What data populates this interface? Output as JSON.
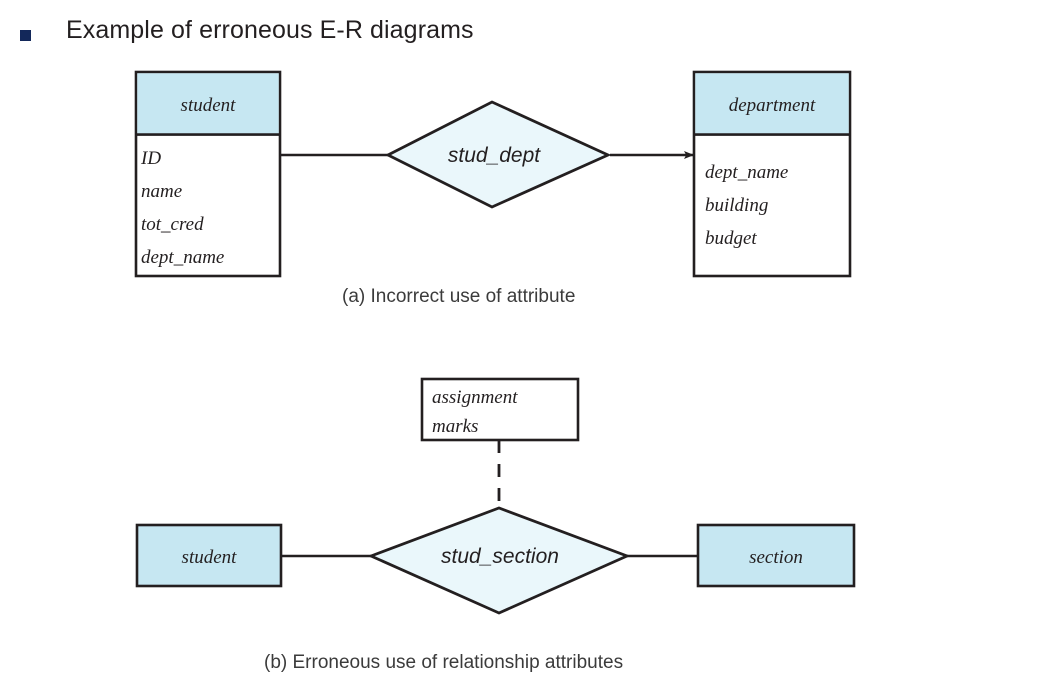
{
  "slide": {
    "title": "Example of erroneous E-R diagrams",
    "bullet_icon": "square-bullet-icon",
    "bullet_color": "#13285a"
  },
  "colors": {
    "entity_header_fill": "#c6e7f2",
    "entity_body_fill": "#ffffff",
    "relationship_fill": "#eaf7fb",
    "stroke": "#231f20",
    "text": "#231f20",
    "caption_text": "#3b3b3b"
  },
  "diagram_a": {
    "caption": "(a) Incorrect use of attribute",
    "entities": [
      {
        "name": "student",
        "attributes": [
          "ID",
          "name",
          "tot_cred",
          "dept_name"
        ]
      },
      {
        "name": "department",
        "attributes": [
          "dept_name",
          "building",
          "budget"
        ]
      }
    ],
    "relationships": [
      {
        "name": "stud_dept"
      }
    ],
    "connections": [
      {
        "from": "student",
        "to": "stud_dept",
        "style": "solid",
        "arrow": "none"
      },
      {
        "from": "stud_dept",
        "to": "department",
        "style": "solid",
        "arrow": "to-department"
      }
    ]
  },
  "diagram_b": {
    "caption": "(b) Erroneous use of relationship attributes",
    "entities": [
      {
        "name": "student",
        "attributes": []
      },
      {
        "name": "section",
        "attributes": []
      }
    ],
    "relationships": [
      {
        "name": "stud_section"
      }
    ],
    "attribute_box": {
      "lines": [
        "assignment",
        "marks"
      ]
    },
    "connections": [
      {
        "from": "student",
        "to": "stud_section",
        "style": "solid",
        "arrow": "none"
      },
      {
        "from": "stud_section",
        "to": "section",
        "style": "solid",
        "arrow": "none"
      },
      {
        "from": "attribute_box",
        "to": "stud_section",
        "style": "dashed",
        "arrow": "none"
      }
    ]
  }
}
